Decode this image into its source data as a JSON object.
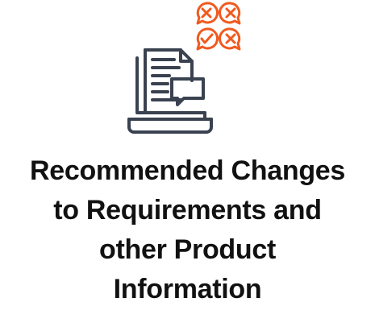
{
  "caption": {
    "line1": "Recommended Changes",
    "line2": "to Requirements and",
    "line3": "other Product",
    "line4": "Information"
  },
  "icons": {
    "main": "laptop-document-comment-icon",
    "badges": [
      "reject-bubble-icon",
      "reject-bubble-icon",
      "approve-bubble-icon",
      "reject-bubble-icon"
    ]
  },
  "colors": {
    "icon_dark": "#3a4250",
    "accent_orange": "#f05a1e",
    "text": "#111111",
    "background": "#ffffff"
  }
}
